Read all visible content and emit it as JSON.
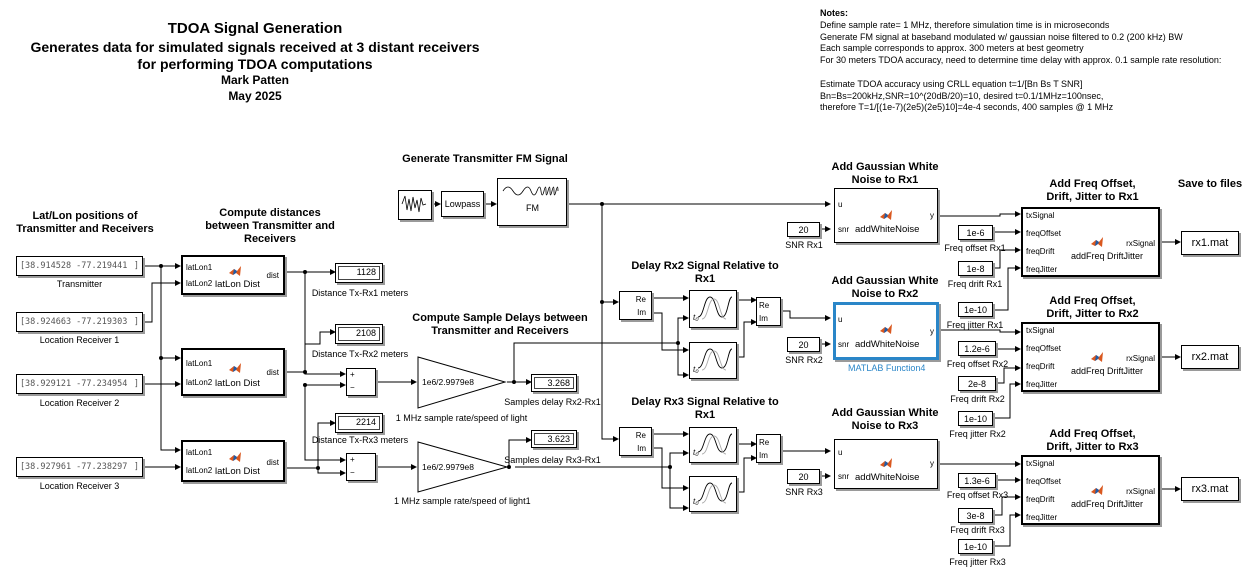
{
  "title": {
    "line1": "TDOA Signal Generation",
    "line2": "Generates data for simulated signals received at 3 distant receivers",
    "line3": "for performing TDOA computations",
    "author": "Mark Patten",
    "date": "May 2025"
  },
  "notes": [
    "Notes:",
    "Define sample rate= 1 MHz, therefore simulation time is in microseconds",
    "Generate FM signal at baseband modulated w/ gaussian noise filtered to 0.2 (200 kHz) BW",
    "Each sample corresponds to approx. 300 meters at best geometry",
    "For 30 meters TDOA accuracy, need to determine time delay with approx. 0.1 sample rate resolution:",
    "",
    "Estimate TDOA accuracy using CRLL equation t=1/[Bn Bs T SNR]",
    "Bn=Bs=200kHz,SNR=10^(20dB/20)=10, desired t=0.1/1MHz=100nsec,",
    "therefore T=1/[(1e-7)(2e5)(2e5)10]=4e-4 seconds, 400 samples @ 1 MHz"
  ],
  "headers": {
    "latlon": "Lat/Lon positions of\nTransmitter and Receivers",
    "distances": "Compute distances\nbetween Transmitter and\nReceivers",
    "gen_fm": "Generate Transmitter FM Signal",
    "awgn1": "Add Gaussian White\nNoise to Rx1",
    "freq1": "Add Freq Offset,\nDrift, Jitter to Rx1",
    "save": "Save to files",
    "delay_rx2": "Delay Rx2 Signal Relative to\nRx1",
    "awgn2": "Add Gaussian White\nNoise to Rx2",
    "freq2": "Add Freq Offset,\nDrift, Jitter to Rx2",
    "sample_delays": "Compute Sample Delays between\nTransmitter and Receivers",
    "delay_rx3": "Delay Rx3 Signal Relative to\nRx1",
    "awgn3": "Add Gaussian White\nNoise to Rx3",
    "freq3": "Add Freq Offset,\nDrift, Jitter to Rx3"
  },
  "coords": {
    "tx": "38.914528  -77.219441",
    "rx1": "38.924663  -77.219303",
    "rx2": "38.929121  -77.234954",
    "rx3": "38.927961  -77.238297"
  },
  "coord_labels": {
    "tx": "Transmitter",
    "rx1": "Location Receiver 1",
    "rx2": "Location Receiver 2",
    "rx3": "Location Receiver 3"
  },
  "latlon_block": {
    "port1": "latLon1",
    "port2": "latLon2",
    "out": "dist",
    "name": "latLon Dist"
  },
  "displays": {
    "d1": "1128",
    "d1_label": "Distance Tx-Rx1 meters",
    "d2": "2108",
    "d2_label": "Distance Tx-Rx2 meters",
    "d3": "2214",
    "d3_label": "Distance Tx-Rx3 meters",
    "s2": "3.268",
    "s2_label": "Samples delay Rx2-Rx1",
    "s3": "3.623",
    "s3_label": "Samples delay Rx3-Rx1"
  },
  "sum": {
    "plus": "+",
    "minus": "−"
  },
  "gains": {
    "g1": "1e6/2.9979e8",
    "g1_label": "1 MHz sample rate/speed of light",
    "g2": "1e6/2.9979e8",
    "g2_label": "1 MHz sample rate/speed of light1"
  },
  "fm_chain": {
    "lowpass": "Lowpass",
    "fm": "FM"
  },
  "complex": {
    "re": "Re",
    "im": "Im",
    "t0": "t₀"
  },
  "awgn": {
    "u": "u",
    "snr": "snr",
    "y": "y",
    "name": "addWhiteNoise",
    "snr1": "20",
    "snr1_label": "SNR Rx1",
    "snr2": "20",
    "snr2_label": "SNR Rx2",
    "snr3": "20",
    "snr3_label": "SNR Rx3",
    "fn4_label": "MATLAB Function4"
  },
  "freq": {
    "p1": "txSignal",
    "p2": "freqOffset",
    "p3": "freqDrift",
    "p4": "freqJitter",
    "out": "rxSignal",
    "name": "addFreq DriftJitter",
    "rx1_offset": "1e-6",
    "rx1_offset_label": "Freq offset Rx1",
    "rx1_drift": "1e-8",
    "rx1_drift_label": "Freq drift Rx1",
    "rx1_jitter": "1e-10",
    "rx1_jitter_label": "Freq jitter Rx1",
    "rx2_offset": "1.2e-6",
    "rx2_offset_label": "Freq offset Rx2",
    "rx2_drift": "2e-8",
    "rx2_drift_label": "Freq drift Rx2",
    "rx2_jitter": "1e-10",
    "rx2_jitter_label": "Freq jitter Rx2",
    "rx3_offset": "1.3e-6",
    "rx3_offset_label": "Freq offset Rx3",
    "rx3_drift": "3e-8",
    "rx3_drift_label": "Freq drift Rx3",
    "rx3_jitter": "1e-10",
    "rx3_jitter_label": "Freq jitter Rx3"
  },
  "files": {
    "rx1": "rx1.mat",
    "rx2": "rx2.mat",
    "rx3": "rx3.mat"
  },
  "colors": {
    "highlight": "#2a86c8",
    "shadow": "#9a9a9a"
  }
}
